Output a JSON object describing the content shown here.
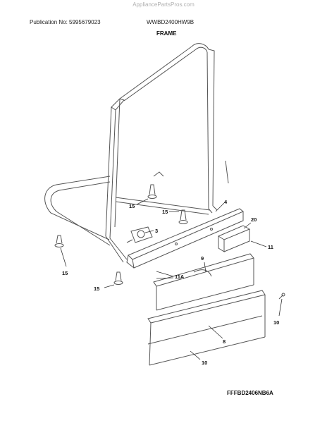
{
  "header": {
    "watermark": "AppliancePartsPros.com",
    "publication": "Publication No: 5995679023",
    "model": "WWBD2400HW9B",
    "section_title": "FRAME"
  },
  "footer": {
    "diagram_code": "FFFBD2406NB6A"
  },
  "callouts": {
    "c4": "4",
    "c3": "3",
    "c20": "20",
    "c11": "11",
    "c11a": "11A",
    "c9": "9",
    "c8": "8",
    "c10a": "10",
    "c10b": "10",
    "c15a": "15",
    "c15b": "15",
    "c15c": "15",
    "c15d": "15"
  }
}
